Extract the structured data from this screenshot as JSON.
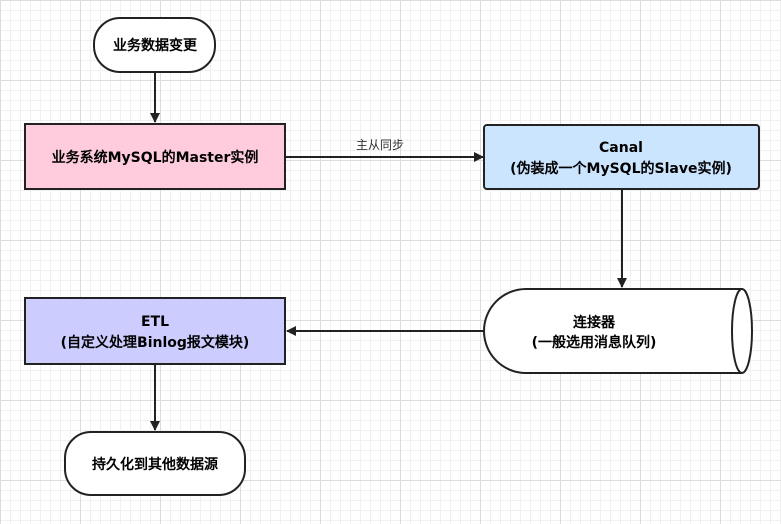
{
  "nodes": {
    "business_change": {
      "label": "业务数据变更",
      "fill": "#ffffff"
    },
    "mysql_master": {
      "label": "业务系统MySQL的Master实例",
      "fill": "#ffccdd"
    },
    "canal": {
      "title": "Canal",
      "subtitle": "(伪装成一个MySQL的Slave实例)",
      "fill": "#cce5ff"
    },
    "connector": {
      "title": "连接器",
      "subtitle": "(一般选用消息队列)",
      "fill": "#ffffff"
    },
    "etl": {
      "title": "ETL",
      "subtitle": "(自定义处理Binlog报文模块)",
      "fill": "#ccccff"
    },
    "persist": {
      "label": "持久化到其他数据源",
      "fill": "#ffffff"
    }
  },
  "edges": {
    "sync_label": "主从同步"
  },
  "colors": {
    "stroke": "#222222"
  }
}
